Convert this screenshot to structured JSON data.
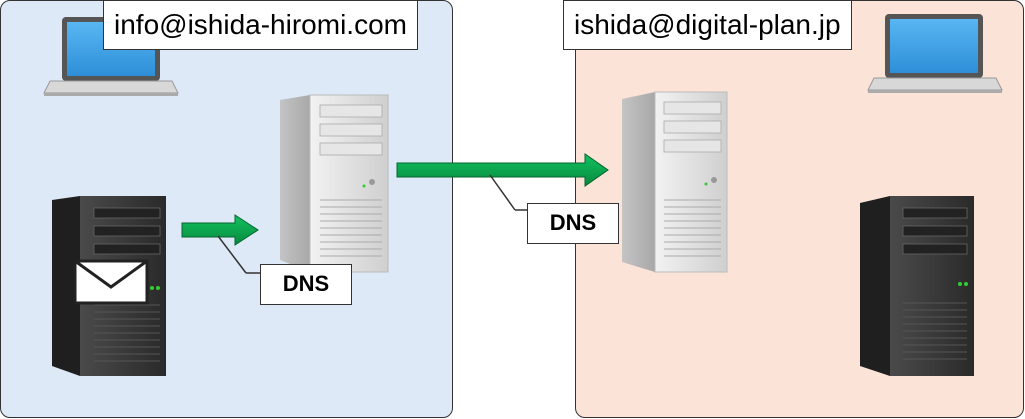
{
  "left_network": {
    "address": "info@ishida-hiromi.com",
    "dns_label": "DNS"
  },
  "right_network": {
    "address": "ishida@digital-plan.jp",
    "dns_label": "DNS"
  },
  "colors": {
    "left_panel_bg": "#dde9f6",
    "right_panel_bg": "#fbe3d8",
    "arrow_green": "#0aa84f"
  },
  "icons": [
    "laptop-icon",
    "mail-server-icon",
    "dns-server-icon",
    "envelope-icon",
    "arrow-icon"
  ]
}
